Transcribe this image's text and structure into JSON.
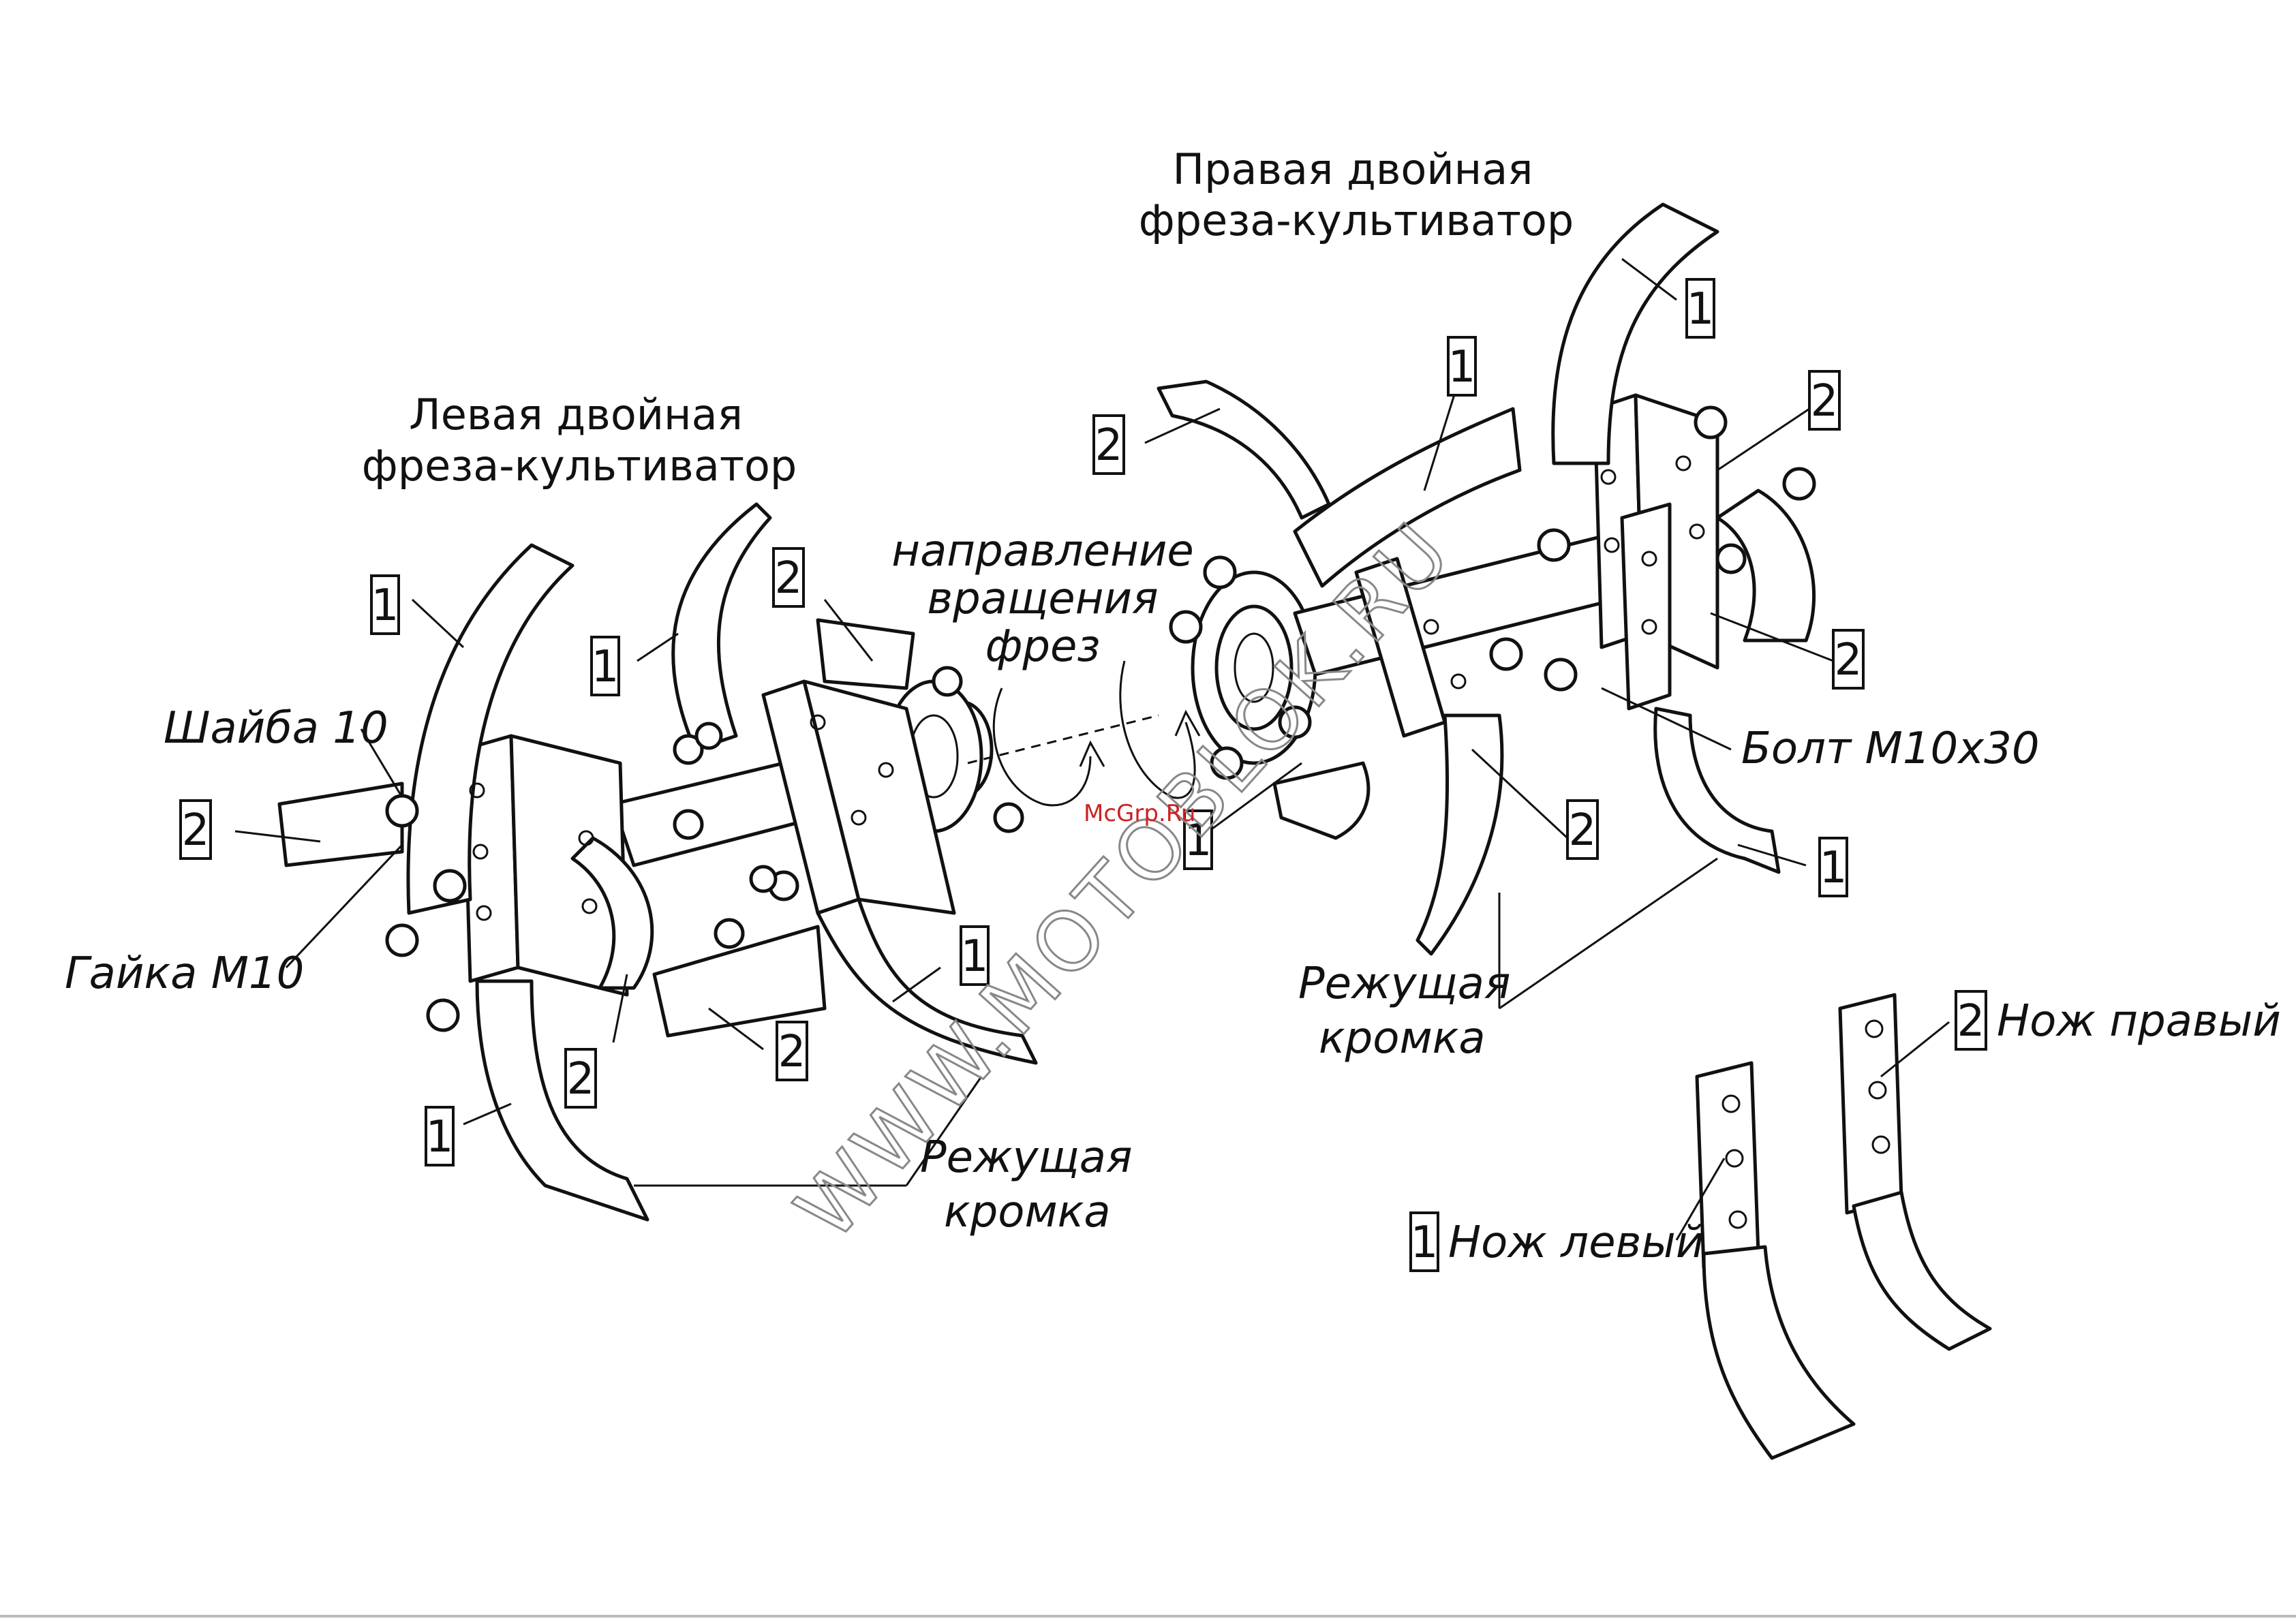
{
  "titles": {
    "left": [
      "Левая двойная",
      "фреза-культиватор"
    ],
    "right": [
      "Правая двойная",
      "фреза-культиватор"
    ]
  },
  "rotation_label": [
    "направление",
    "вращения",
    "фрез"
  ],
  "parts": {
    "washer": "Шайба 10",
    "nut": "Гайка М10",
    "bolt": "Болт М10х30"
  },
  "cutting_edge": [
    "Режущая",
    "кромка"
  ],
  "knives": {
    "left": "Нож левый",
    "right": "Нож правый"
  },
  "callouts": {
    "one": "1",
    "two": "2"
  },
  "watermarks": {
    "main": "WWW.MOTOBLOK.RU",
    "small": "McGrp.Ru"
  }
}
